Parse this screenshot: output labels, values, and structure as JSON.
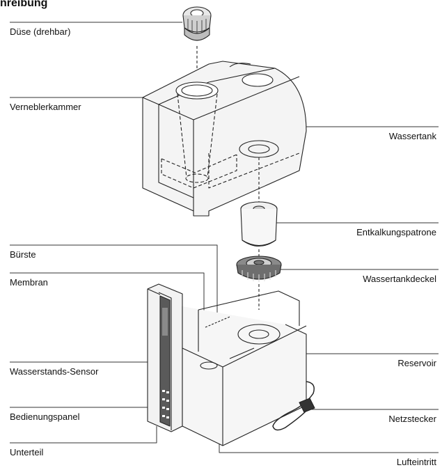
{
  "heading": "nreibung",
  "labels": {
    "duese": "Düse (drehbar)",
    "vernebler": "Verneblerkammer",
    "wassertank": "Wassertank",
    "patrone": "Entkalkungspatrone",
    "buerste": "Bürste",
    "membran": "Membran",
    "deckel": "Wassertankdeckel",
    "sensor": "Wasserstands-Sensor",
    "reservoir": "Reservoir",
    "panel": "Bedienungspanel",
    "netzstecker": "Netzstecker",
    "unterteil": "Unterteil",
    "lufteintritt": "Lufteintritt"
  }
}
